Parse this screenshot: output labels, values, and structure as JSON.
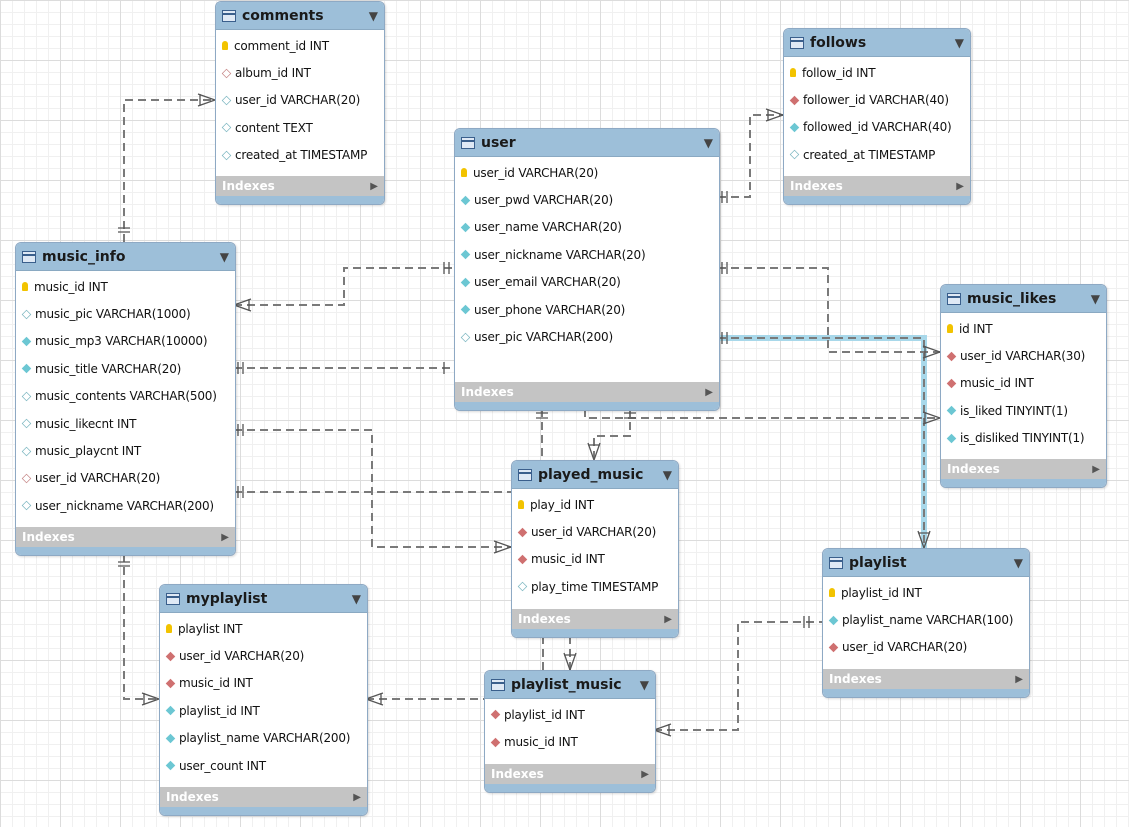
{
  "diagram": {
    "tables": [
      {
        "id": "comments",
        "name": "comments",
        "columns": [
          {
            "label": "comment_id INT",
            "kind": "key"
          },
          {
            "label": "album_id INT",
            "kind": "fk-null"
          },
          {
            "label": "user_id VARCHAR(20)",
            "kind": "col-null"
          },
          {
            "label": "content TEXT",
            "kind": "col-null"
          },
          {
            "label": "created_at TIMESTAMP",
            "kind": "col-null"
          }
        ],
        "indexes_label": "Indexes"
      },
      {
        "id": "follows",
        "name": "follows",
        "columns": [
          {
            "label": "follow_id INT",
            "kind": "key"
          },
          {
            "label": "follower_id VARCHAR(40)",
            "kind": "fk"
          },
          {
            "label": "followed_id VARCHAR(40)",
            "kind": "col-nn"
          },
          {
            "label": "created_at TIMESTAMP",
            "kind": "col-null"
          }
        ],
        "indexes_label": "Indexes"
      },
      {
        "id": "user",
        "name": "user",
        "columns": [
          {
            "label": "user_id VARCHAR(20)",
            "kind": "key"
          },
          {
            "label": "user_pwd VARCHAR(20)",
            "kind": "col-nn"
          },
          {
            "label": "user_name VARCHAR(20)",
            "kind": "col-nn"
          },
          {
            "label": "user_nickname VARCHAR(20)",
            "kind": "col-nn"
          },
          {
            "label": "user_email VARCHAR(20)",
            "kind": "col-nn"
          },
          {
            "label": "user_phone VARCHAR(20)",
            "kind": "col-nn"
          },
          {
            "label": "user_pic VARCHAR(200)",
            "kind": "col-null"
          }
        ],
        "indexes_label": "Indexes"
      },
      {
        "id": "music_info",
        "name": "music_info",
        "columns": [
          {
            "label": "music_id INT",
            "kind": "key"
          },
          {
            "label": "music_pic VARCHAR(1000)",
            "kind": "col-null"
          },
          {
            "label": "music_mp3 VARCHAR(10000)",
            "kind": "col-nn"
          },
          {
            "label": "music_title VARCHAR(20)",
            "kind": "col-nn"
          },
          {
            "label": "music_contents VARCHAR(500)",
            "kind": "col-null"
          },
          {
            "label": "music_likecnt INT",
            "kind": "col-null"
          },
          {
            "label": "music_playcnt INT",
            "kind": "col-null"
          },
          {
            "label": "user_id VARCHAR(20)",
            "kind": "fk-null"
          },
          {
            "label": "user_nickname VARCHAR(200)",
            "kind": "col-null"
          }
        ],
        "indexes_label": "Indexes"
      },
      {
        "id": "music_likes",
        "name": "music_likes",
        "columns": [
          {
            "label": "id INT",
            "kind": "key"
          },
          {
            "label": "user_id VARCHAR(30)",
            "kind": "fk"
          },
          {
            "label": "music_id INT",
            "kind": "fk"
          },
          {
            "label": "is_liked TINYINT(1)",
            "kind": "col-nn"
          },
          {
            "label": "is_disliked TINYINT(1)",
            "kind": "col-nn"
          }
        ],
        "indexes_label": "Indexes"
      },
      {
        "id": "played_music",
        "name": "played_music",
        "columns": [
          {
            "label": "play_id INT",
            "kind": "key"
          },
          {
            "label": "user_id VARCHAR(20)",
            "kind": "fk"
          },
          {
            "label": "music_id INT",
            "kind": "fk"
          },
          {
            "label": "play_time TIMESTAMP",
            "kind": "col-null"
          }
        ],
        "indexes_label": "Indexes"
      },
      {
        "id": "playlist",
        "name": "playlist",
        "columns": [
          {
            "label": "playlist_id INT",
            "kind": "key"
          },
          {
            "label": "playlist_name VARCHAR(100)",
            "kind": "col-nn"
          },
          {
            "label": "user_id VARCHAR(20)",
            "kind": "fk"
          }
        ],
        "indexes_label": "Indexes"
      },
      {
        "id": "myplaylist",
        "name": "myplaylist",
        "columns": [
          {
            "label": "playlist INT",
            "kind": "key"
          },
          {
            "label": "user_id VARCHAR(20)",
            "kind": "fk"
          },
          {
            "label": "music_id INT",
            "kind": "fk"
          },
          {
            "label": "playlist_id INT",
            "kind": "col-nn"
          },
          {
            "label": "playlist_name VARCHAR(200)",
            "kind": "col-nn"
          },
          {
            "label": "user_count INT",
            "kind": "col-nn"
          }
        ],
        "indexes_label": "Indexes"
      },
      {
        "id": "playlist_music",
        "name": "playlist_music",
        "columns": [
          {
            "label": "playlist_id INT",
            "kind": "fk"
          },
          {
            "label": "music_id INT",
            "kind": "fk"
          }
        ],
        "indexes_label": "Indexes"
      }
    ],
    "colors": {
      "header": "#9dbfd9",
      "indexes_bar": "#c4c4c4",
      "primary_key": "#f2c300",
      "foreign_key": "#cf7070",
      "column": "#6cc7d3",
      "connector": "#7a7a7a",
      "highlight": "#a8d8ea"
    }
  }
}
